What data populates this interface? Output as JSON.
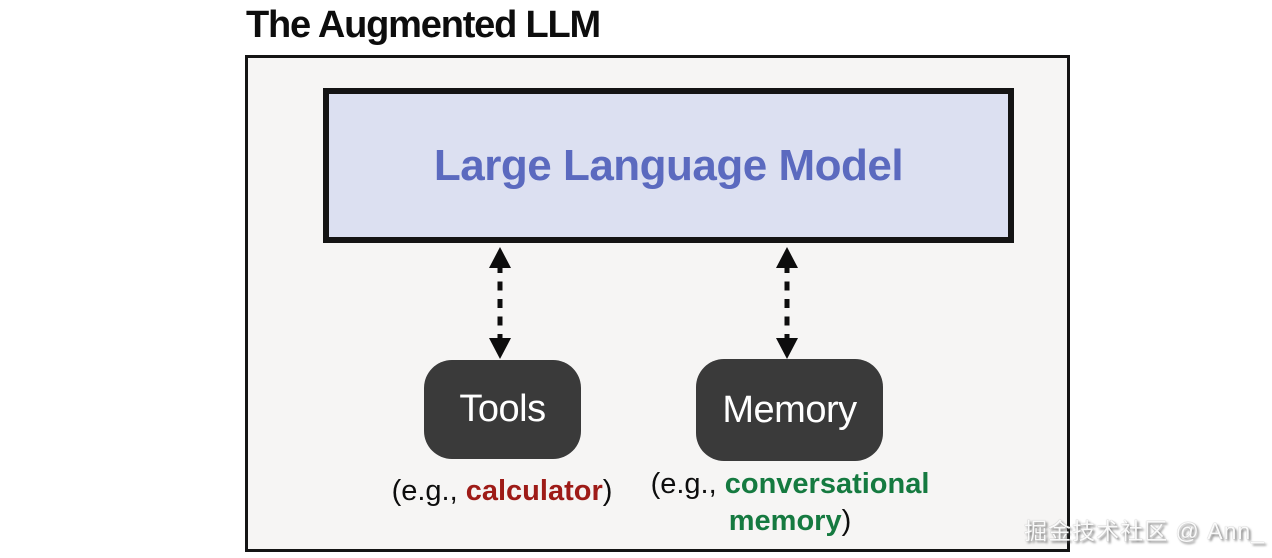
{
  "title": "The Augmented LLM",
  "diagram": {
    "llm": {
      "label": "Large Language Model"
    },
    "tools": {
      "label": "Tools",
      "caption_prefix": "(e.g., ",
      "caption_example": "calculator",
      "caption_suffix": ")"
    },
    "memory": {
      "label": "Memory",
      "caption_prefix": "(e.g., ",
      "caption_example": "conversational memory",
      "caption_suffix": ")"
    },
    "arrows": [
      {
        "name": "llm-tools",
        "style": "dashed, double-headed, vertical"
      },
      {
        "name": "llm-memory",
        "style": "dashed, double-headed, vertical"
      }
    ]
  },
  "colors": {
    "llm_text": "#5b6abf",
    "llm_bg": "#dce0f1",
    "node_bg": "#3a3a3a",
    "node_text": "#ffffff",
    "tools_example": "#9e1b17",
    "memory_example": "#157a40",
    "border": "#141414",
    "canvas_bg": "#f6f5f4"
  },
  "watermark": "掘金技术社区 @ Ann_"
}
